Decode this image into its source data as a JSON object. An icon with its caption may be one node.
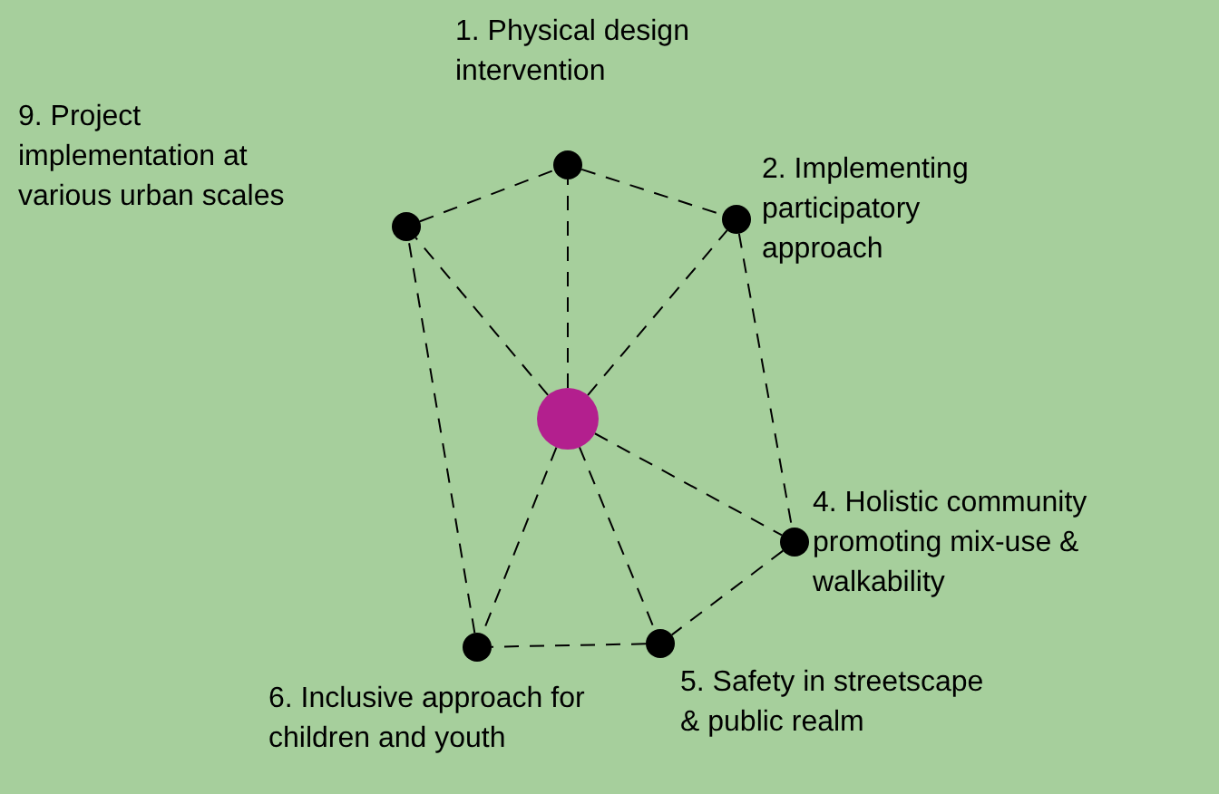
{
  "diagram": {
    "nodes": [
      {
        "text": [],
        "shape": "circle"
      },
      {
        "text": [],
        "shape": "circle",
        "beside": [
          "1. Physical design intervention"
        ]
      },
      {
        "text": [],
        "shape": "circle",
        "beside": [
          "2. Implementing participatory approach"
        ]
      },
      {
        "text": [],
        "shape": "circle",
        "beside": [
          "4. Holistic community promoting mix-use & walkability"
        ]
      },
      {
        "text": [],
        "shape": "circle",
        "beside": [
          "5. Safety in streetscape & public realm"
        ]
      },
      {
        "text": [],
        "shape": "circle",
        "beside": [
          "6. Inclusive approach for children and youth"
        ]
      },
      {
        "text": [],
        "shape": "circle",
        "beside": [
          "9. Project implementation at various urban scales"
        ]
      }
    ],
    "edges": [
      {
        "from": 0,
        "to": 1,
        "arrow": "none",
        "style": "dashed"
      },
      {
        "from": 0,
        "to": 2,
        "arrow": "none",
        "style": "dashed"
      },
      {
        "from": 0,
        "to": 3,
        "arrow": "none",
        "style": "dashed"
      },
      {
        "from": 0,
        "to": 4,
        "arrow": "none",
        "style": "dashed"
      },
      {
        "from": 0,
        "to": 5,
        "arrow": "none",
        "style": "dashed"
      },
      {
        "from": 0,
        "to": 6,
        "arrow": "none",
        "style": "dashed"
      },
      {
        "from": 1,
        "to": 2,
        "arrow": "none",
        "style": "dashed"
      },
      {
        "from": 2,
        "to": 3,
        "arrow": "none",
        "style": "dashed"
      },
      {
        "from": 3,
        "to": 4,
        "arrow": "none",
        "style": "dashed"
      },
      {
        "from": 4,
        "to": 5,
        "arrow": "none",
        "style": "dashed"
      },
      {
        "from": 5,
        "to": 6,
        "arrow": "none",
        "style": "dashed"
      },
      {
        "from": 6,
        "to": 1,
        "arrow": "none",
        "style": "dashed"
      }
    ]
  }
}
